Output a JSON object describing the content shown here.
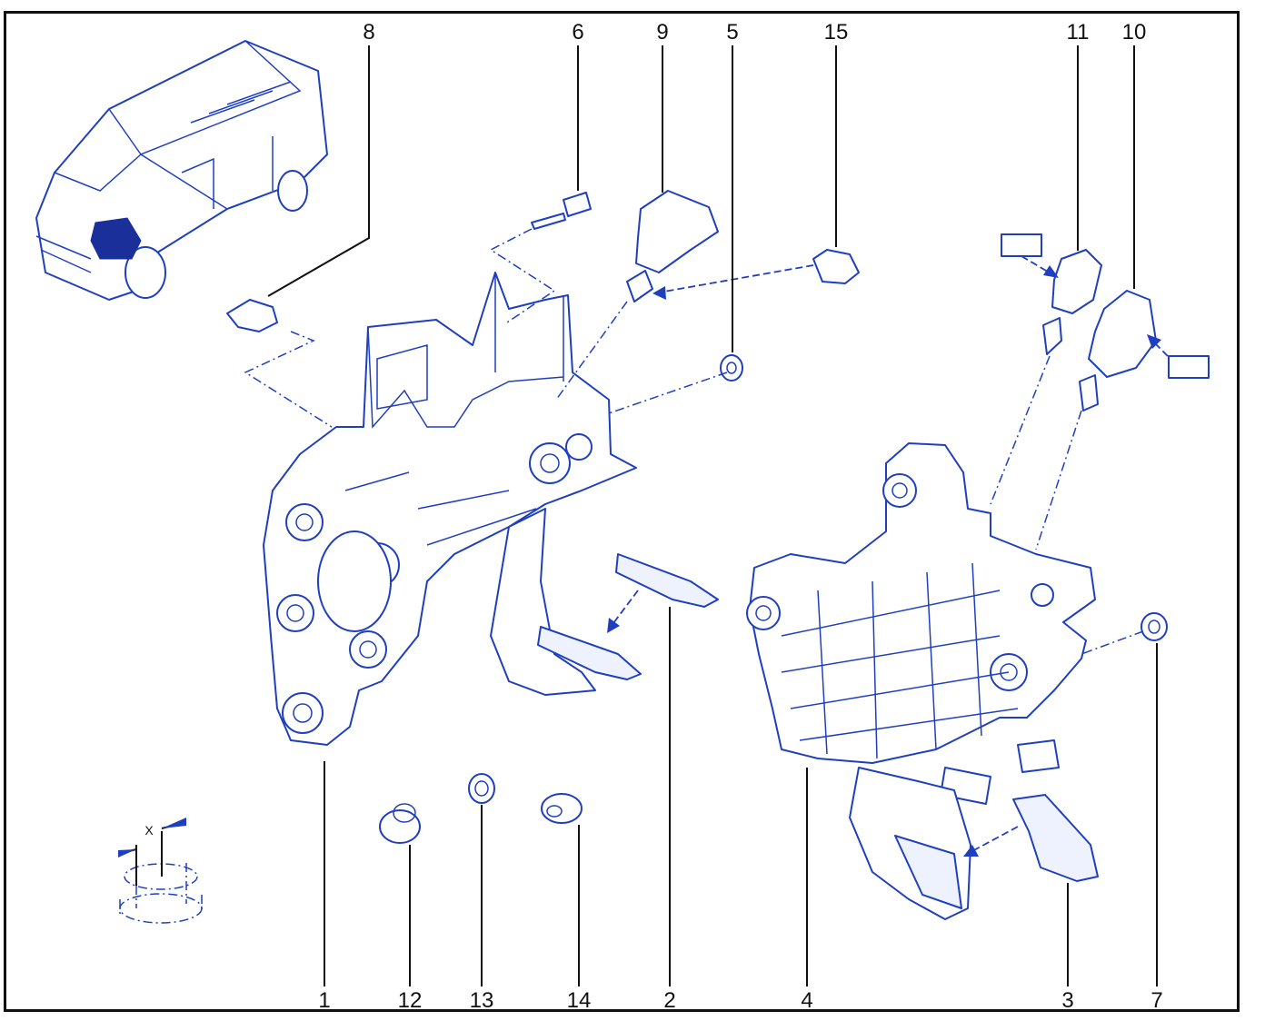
{
  "labels": {
    "l1": "1",
    "l2": "2",
    "l3": "3",
    "l4": "4",
    "l5": "5",
    "l6": "6",
    "l7": "7",
    "l8": "8",
    "l9": "9",
    "l10": "10",
    "l11": "11",
    "l12": "12",
    "l13": "13",
    "l14": "14",
    "l15": "15"
  },
  "dimension_symbol": "X",
  "colors": {
    "line_art": "#1f3fbf",
    "highlight": "#1a2f9a",
    "text": "#111111"
  }
}
